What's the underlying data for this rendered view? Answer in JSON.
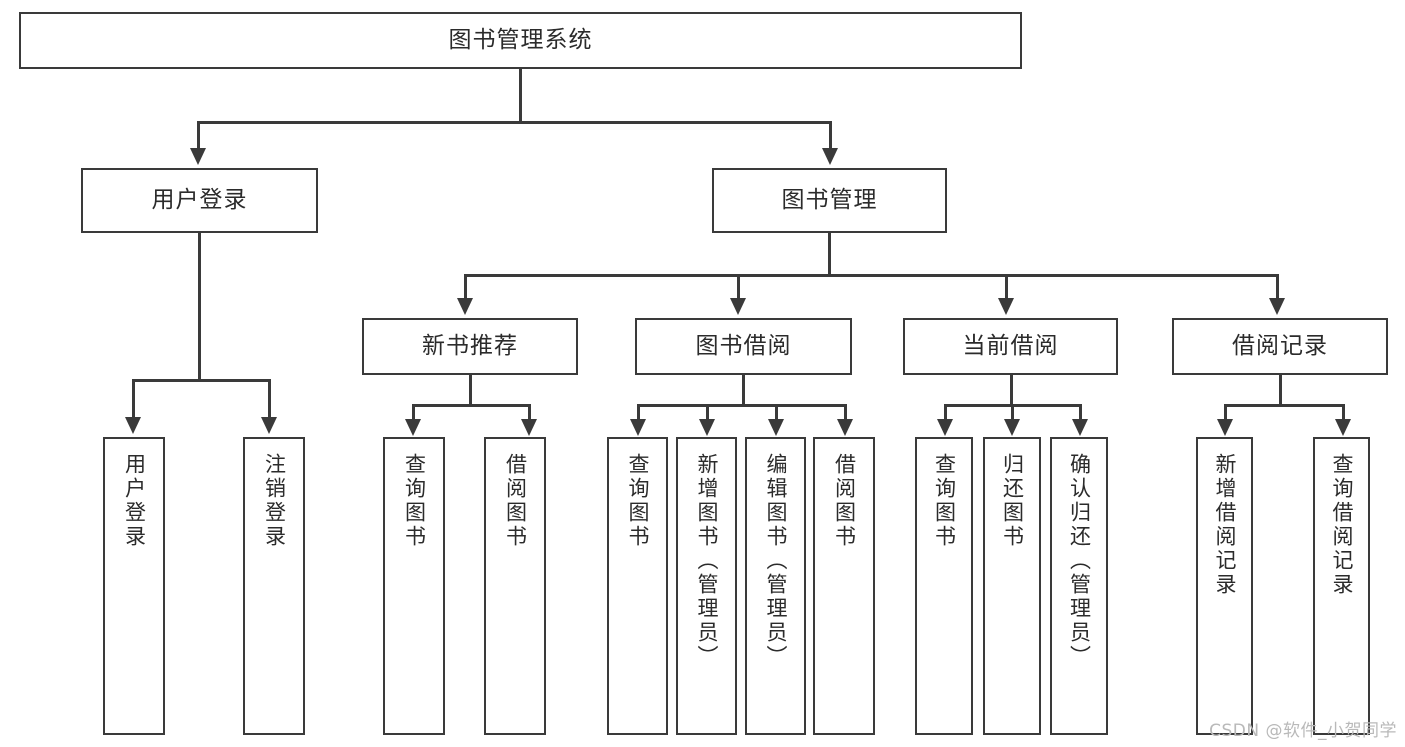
{
  "diagram": {
    "type": "tree",
    "title": "图书管理系统",
    "root": {
      "label": "图书管理系统"
    },
    "level2": [
      {
        "label": "用户登录"
      },
      {
        "label": "图书管理"
      }
    ],
    "level3": [
      {
        "label": "新书推荐"
      },
      {
        "label": "图书借阅"
      },
      {
        "label": "当前借阅"
      },
      {
        "label": "借阅记录"
      }
    ],
    "leaves": {
      "user_login": [
        {
          "label": "用户登录"
        },
        {
          "label": "注销登录"
        }
      ],
      "new_book_recommend": [
        {
          "label": "查询图书"
        },
        {
          "label": "借阅图书"
        }
      ],
      "book_borrow": [
        {
          "label": "查询图书"
        },
        {
          "label": "新增图书（管理员）"
        },
        {
          "label": "编辑图书（管理员）"
        },
        {
          "label": "借阅图书"
        }
      ],
      "current_borrow": [
        {
          "label": "查询图书"
        },
        {
          "label": "归还图书"
        },
        {
          "label": "确认归还（管理员）"
        }
      ],
      "borrow_record": [
        {
          "label": "新增借阅记录"
        },
        {
          "label": "查询借阅记录"
        }
      ]
    }
  },
  "watermark": {
    "text": "CSDN @软件_小贺同学"
  },
  "colors": {
    "stroke": "#3a3a3a",
    "text": "#2b2b2b",
    "background": "#ffffff",
    "watermark": "#b9b9b9"
  }
}
